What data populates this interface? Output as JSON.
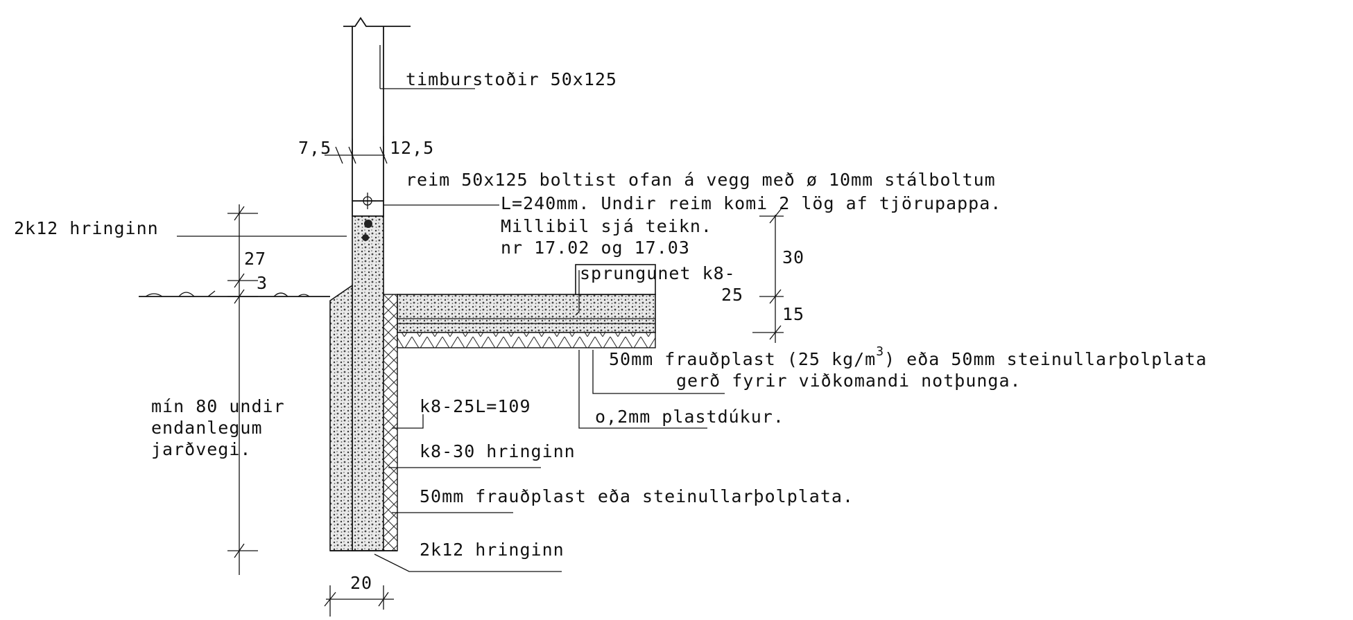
{
  "drawing": {
    "labels": {
      "stud": "timburstoðir 50x125",
      "dim_75": "7,5",
      "dim_125": "12,5",
      "plate_1": "reim 50x125 boltist ofan á vegg með ø 10mm stálboltum",
      "plate_2": "L=240mm. Undir reim komi 2 lög af tjörupappa.",
      "plate_3": "Millibil sjá teikn.",
      "plate_4": "nr 17.02 og 17.03",
      "ring_top": "2k12 hringinn",
      "dim_27": "27",
      "dim_3": "3",
      "crack": "sprungunet k8-",
      "crack_b": "25",
      "dim_30": "30",
      "dim_15": "15",
      "foam_1": "50mm frauðplast (25 kg/m",
      "foam_sup": "3",
      "foam_1b": ") eða 50mm steinullarþolplata",
      "foam_2": "gerð fyrir viðkomandi notþunga.",
      "plastic": "o,2mm plastdúkur.",
      "min_1": "mín 80 undir",
      "min_2": "endanlegum",
      "min_3": "jarðvegi.",
      "k825": "k8-25L=109",
      "k830": "k8-30 hringinn",
      "foam_wall": "50mm frauðplast eða steinullarþolplata.",
      "ring_bot": "2k12 hringinn",
      "dim_20": "20"
    }
  }
}
